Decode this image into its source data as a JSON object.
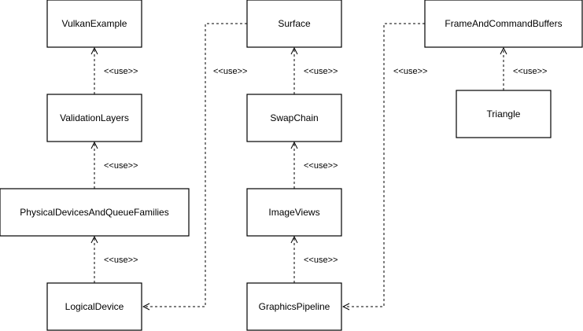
{
  "diagram": {
    "type": "uml-class-dependency",
    "classes": [
      "VulkanExample",
      "ValidationLayers",
      "PhysicalDevicesAndQueueFamilies",
      "LogicalDevice",
      "Surface",
      "SwapChain",
      "ImageViews",
      "GraphicsPipeline",
      "FrameAndCommandBuffers",
      "Triangle"
    ],
    "dependencies": [
      {
        "from": "ValidationLayers",
        "to": "VulkanExample",
        "label": "<<use>>"
      },
      {
        "from": "PhysicalDevicesAndQueueFamilies",
        "to": "ValidationLayers",
        "label": "<<use>>"
      },
      {
        "from": "LogicalDevice",
        "to": "PhysicalDevicesAndQueueFamilies",
        "label": "<<use>>"
      },
      {
        "from": "Surface",
        "to": "LogicalDevice",
        "label": "<<use>>"
      },
      {
        "from": "SwapChain",
        "to": "Surface",
        "label": "<<use>>"
      },
      {
        "from": "ImageViews",
        "to": "SwapChain",
        "label": "<<use>>"
      },
      {
        "from": "GraphicsPipeline",
        "to": "ImageViews",
        "label": "<<use>>"
      },
      {
        "from": "FrameAndCommandBuffers",
        "to": "GraphicsPipeline",
        "label": "<<use>>"
      },
      {
        "from": "Triangle",
        "to": "FrameAndCommandBuffers",
        "label": "<<use>>"
      }
    ]
  }
}
